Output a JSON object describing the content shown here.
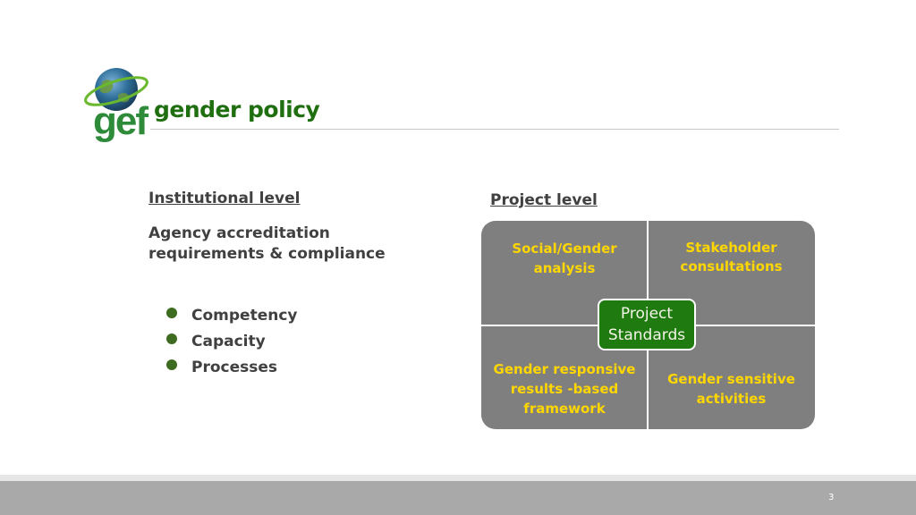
{
  "logo": {
    "text": "gef"
  },
  "title": "gender policy",
  "institutional": {
    "heading": "Institutional level",
    "subheading": "Agency accreditation requirements & compliance",
    "bullets": [
      "Competency",
      "Capacity",
      "Processes"
    ]
  },
  "project": {
    "heading": "Project level",
    "quadrants": {
      "top_left": "Social/Gender analysis",
      "top_right": "Stakeholder consultations",
      "bottom_left": "Gender responsive results -based framework",
      "bottom_right": "Gender sensitive activities"
    },
    "center_line1": "Project",
    "center_line2": "Standards"
  },
  "colors": {
    "title_green": "#1f6e0f",
    "quadrant_gray": "#7f7f7f",
    "quadrant_text": "#ffd700",
    "center_green": "#1f7a10"
  },
  "page_number": "3"
}
